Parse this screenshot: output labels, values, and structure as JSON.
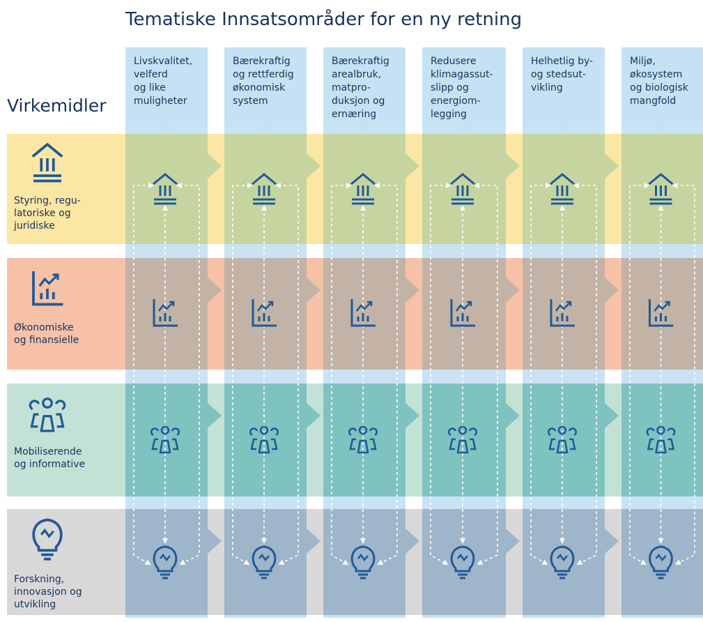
{
  "title": "Tematiske Innsatsområder for en ny retning",
  "row_header": "Virkemidler",
  "columns": [
    {
      "lines": [
        "Livskvalitet,",
        "velferd",
        "og like",
        "muligheter"
      ]
    },
    {
      "lines": [
        "Bærekraftig",
        "og rettferdig",
        "økonomisk",
        "system"
      ]
    },
    {
      "lines": [
        "Bærekraftig",
        "arealbruk,",
        "matpro-",
        "duksjon og",
        "ernæring"
      ]
    },
    {
      "lines": [
        "Redusere",
        "klimagassut-",
        "slipp og",
        "energiom-",
        "legging"
      ]
    },
    {
      "lines": [
        "Helhetlig  by-",
        "og stedsut-",
        "vikling"
      ]
    },
    {
      "lines": [
        "Miljø,",
        "økosystem",
        "og biologisk",
        "mangfold"
      ]
    }
  ],
  "rows": [
    {
      "lines": [
        "Styring, regu-",
        "latoriske og",
        "juridiske"
      ],
      "icon": "institution-icon",
      "band": "#fbe7a3",
      "cell": "#c6d4a0"
    },
    {
      "lines": [
        "Økonomiske",
        "og finansielle"
      ],
      "icon": "chart-growth-icon",
      "band": "#f6c1a6",
      "cell": "#c3b3a6"
    },
    {
      "lines": [
        "Mobiliserende",
        "og informative"
      ],
      "icon": "people-group-icon",
      "band": "#c4e1d6",
      "cell": "#7fc3c0"
    },
    {
      "lines": [
        "Forskning,",
        "innovasjon og",
        "utvikling"
      ],
      "icon": "lightbulb-icon",
      "band": "#d9d8d9",
      "cell": "#9fb5c9"
    }
  ],
  "colors": {
    "column_header": "#c5e2f5",
    "strip": "#c9e3f4",
    "icon": "#1f5a98",
    "text": "#16325c"
  }
}
